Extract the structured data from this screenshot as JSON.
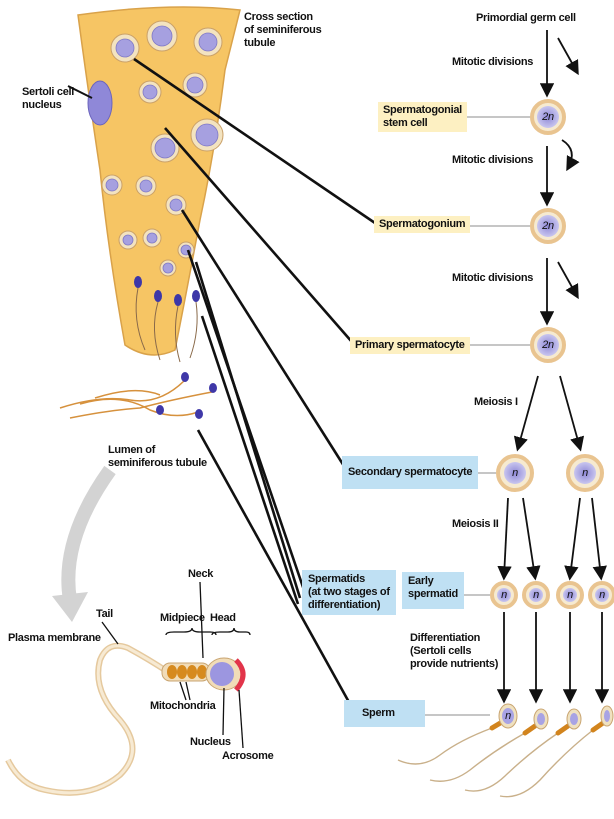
{
  "labels": {
    "cross_section": "Cross section\nof seminiferous\ntubule",
    "sertoli_nucleus": "Sertoli cell\nnucleus",
    "lumen": "Lumen of\nseminiferous tubule",
    "primordial": "Primordial germ cell",
    "mitotic1": "Mitotic divisions",
    "sg_stem": "Spermatogonial\nstem cell",
    "mitotic2": "Mitotic divisions",
    "spermatogonium": "Spermatogonium",
    "mitotic3": "Mitotic divisions",
    "primary": "Primary spermatocyte",
    "meiosis1": "Meiosis I",
    "secondary": "Secondary spermatocyte",
    "meiosis2": "Meiosis II",
    "spermatids": "Spermatids\n(at two stages of\ndifferentiation)",
    "early_spermatid": "Early\nspermatid",
    "differentiation": "Differentiation\n(Sertoli cells\nprovide nutrients)",
    "sperm": "Sperm",
    "neck": "Neck",
    "tail": "Tail",
    "midpiece": "Midpiece",
    "head": "Head",
    "plasma_membrane": "Plasma membrane",
    "mitochondria": "Mitochondria",
    "nucleus": "Nucleus",
    "acrosome": "Acrosome"
  },
  "cells": {
    "ploidy_2n": "2n",
    "ploidy_n": "n"
  },
  "colors": {
    "tissue": "#f7c96b",
    "cell_fill": "#f6ead0",
    "cell_ring": "#e9c490",
    "nucleus": "#c8c6ee",
    "yellow_box": "#fdf0c2",
    "blue_box": "#bfe0f3",
    "sperm_midpiece": "#e08a1e",
    "acrosome": "#e2344a"
  }
}
